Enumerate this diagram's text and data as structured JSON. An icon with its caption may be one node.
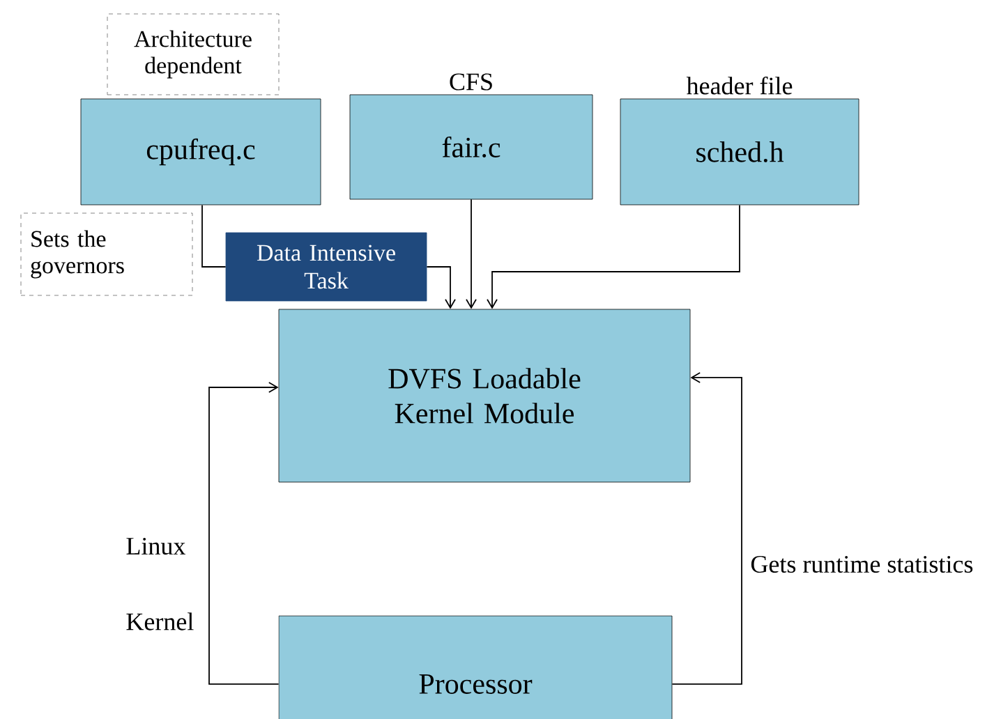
{
  "diagram": {
    "nodes": [
      {
        "text": [
          "Architecture dependent"
        ]
      },
      {
        "text": [
          "cpufreq.c"
        ]
      },
      {
        "text": [
          "CFS",
          "fair.c"
        ]
      },
      {
        "text": [
          "header file",
          "sched.h"
        ]
      },
      {
        "text": [
          "Sets the governors"
        ]
      },
      {
        "text": [
          "Data Intensive Task"
        ]
      },
      {
        "text": [
          "DVFS Loadable Kernel Module"
        ]
      },
      {
        "text": [
          "Processor"
        ]
      }
    ],
    "edges": [
      {
        "from": 1,
        "to": 5,
        "arrow": "none"
      },
      {
        "from": 5,
        "to": 6,
        "arrow": "to"
      },
      {
        "from": 2,
        "to": 6,
        "arrow": "to"
      },
      {
        "from": 3,
        "to": 6,
        "arrow": "to"
      },
      {
        "from": 7,
        "to": 6,
        "arrow": "to"
      },
      {
        "from": 7,
        "to": 6,
        "arrow": "to"
      }
    ],
    "labels": [
      "Linux",
      "Kernel",
      "Gets runtime statistics"
    ]
  }
}
